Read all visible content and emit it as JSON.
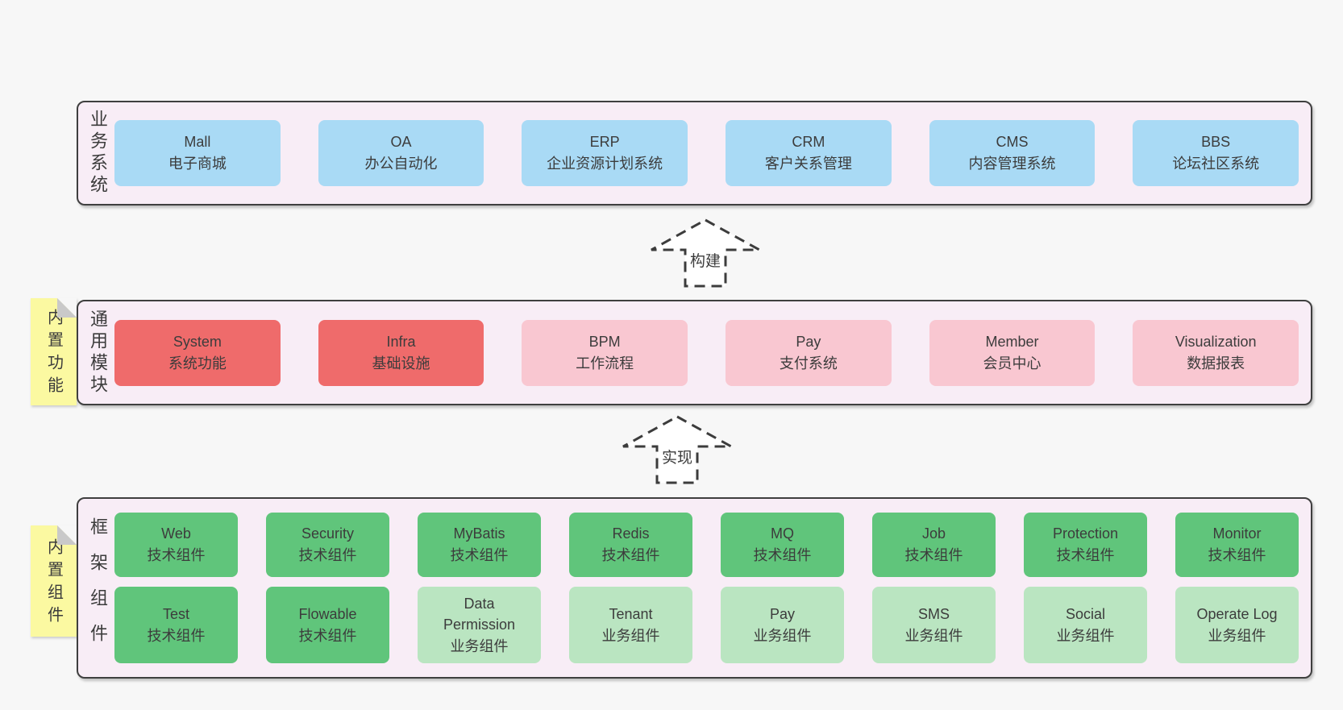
{
  "colors": {
    "page_bg": "#f7f7f7",
    "panel_bg": "#f8edf6",
    "panel_border": "#3f3f3f",
    "blue": "#a9daf5",
    "red": "#ef6b6b",
    "pink": "#f9c7d1",
    "green": "#60c57b",
    "light_green": "#bae5c1",
    "note_bg": "#fbf9a1",
    "note_fold": "#c9c9c9",
    "text": "#3c3c3c"
  },
  "arrows": [
    {
      "id": "build",
      "label": "构建"
    },
    {
      "id": "implement",
      "label": "实现"
    }
  ],
  "layers": [
    {
      "id": "business-systems",
      "label": "业务系统",
      "note": null,
      "rows": [
        [
          {
            "name": "Mall",
            "desc": "电子商城",
            "type": "blue"
          },
          {
            "name": "OA",
            "desc": "办公自动化",
            "type": "blue"
          },
          {
            "name": "ERP",
            "desc": "企业资源计划系统",
            "type": "blue"
          },
          {
            "name": "CRM",
            "desc": "客户关系管理",
            "type": "blue"
          },
          {
            "name": "CMS",
            "desc": "内容管理系统",
            "type": "blue"
          },
          {
            "name": "BBS",
            "desc": "论坛社区系统",
            "type": "blue"
          }
        ]
      ]
    },
    {
      "id": "common-modules",
      "label": "通用模块",
      "note": "内置功能",
      "rows": [
        [
          {
            "name": "System",
            "desc": "系统功能",
            "type": "red"
          },
          {
            "name": "Infra",
            "desc": "基础设施",
            "type": "red"
          },
          {
            "name": "BPM",
            "desc": "工作流程",
            "type": "pink"
          },
          {
            "name": "Pay",
            "desc": "支付系统",
            "type": "pink"
          },
          {
            "name": "Member",
            "desc": "会员中心",
            "type": "pink"
          },
          {
            "name": "Visualization",
            "desc": "数据报表",
            "type": "pink"
          }
        ]
      ]
    },
    {
      "id": "framework-components",
      "label": "框架组件",
      "note": "内置组件",
      "rows": [
        [
          {
            "name": "Web",
            "desc": "技术组件",
            "type": "green"
          },
          {
            "name": "Security",
            "desc": "技术组件",
            "type": "green"
          },
          {
            "name": "MyBatis",
            "desc": "技术组件",
            "type": "green"
          },
          {
            "name": "Redis",
            "desc": "技术组件",
            "type": "green"
          },
          {
            "name": "MQ",
            "desc": "技术组件",
            "type": "green"
          },
          {
            "name": "Job",
            "desc": "技术组件",
            "type": "green"
          },
          {
            "name": "Protection",
            "desc": "技术组件",
            "type": "green"
          },
          {
            "name": "Monitor",
            "desc": "技术组件",
            "type": "green"
          }
        ],
        [
          {
            "name": "Test",
            "desc": "技术组件",
            "type": "green"
          },
          {
            "name": "Flowable",
            "desc": "技术组件",
            "type": "green"
          },
          {
            "name": "Data Permission",
            "desc": "业务组件",
            "type": "light-green"
          },
          {
            "name": "Tenant",
            "desc": "业务组件",
            "type": "light-green"
          },
          {
            "name": "Pay",
            "desc": "业务组件",
            "type": "light-green"
          },
          {
            "name": "SMS",
            "desc": "业务组件",
            "type": "light-green"
          },
          {
            "name": "Social",
            "desc": "业务组件",
            "type": "light-green"
          },
          {
            "name": "Operate Log",
            "desc": "业务组件",
            "type": "light-green"
          }
        ]
      ]
    }
  ]
}
